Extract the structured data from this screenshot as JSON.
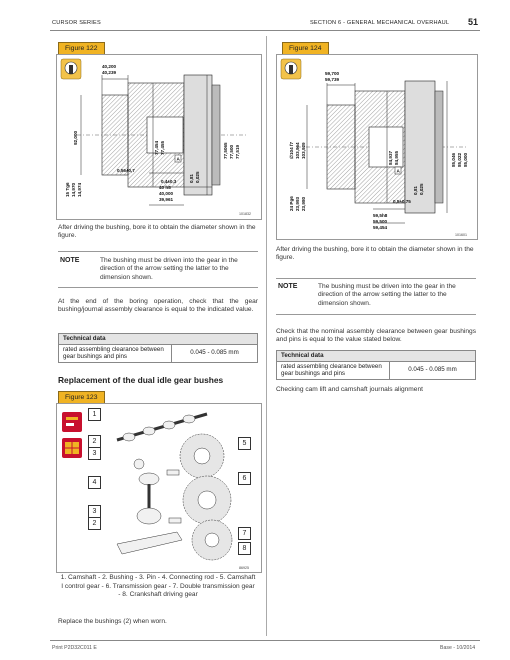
{
  "header": {
    "series": "CURSOR SERIES",
    "section": "SECTION 6 - GENERAL MECHANICAL OVERHAUL",
    "page": "51"
  },
  "footer": {
    "left": "Print P2D32C011 E",
    "right": "Base - 10/2014"
  },
  "fig122": {
    "label": "Figure 122",
    "dims": {
      "top1": "40,200",
      "top2": "40,239",
      "left": "92,000",
      "mid1": "77,454",
      "mid2": "77,455",
      "right1": "77,5065",
      "right2": "77,500",
      "right3": "77,519",
      "bot1": "15 Tg6",
      "bot2": "14,970",
      "bot3": "14,974",
      "c1": "0,56±0,7",
      "c2": "0,4±0,3",
      "c3": "0,81",
      "c4": "0,025",
      "h1": "40 h8",
      "h2": "40,000",
      "h3": "39,961",
      "secA": "A",
      "code": "101832"
    },
    "after": "After driving the bushing, bore it to obtain the diameter shown in the figure.",
    "note_key": "NOTE",
    "note": "The bushing must be driven into the gear in the direction of the arrow setting the latter to the dimension shown.",
    "check": "At the end of the boring operation, check that the gear bushing/journal assembly clearance is equal to the indicated value.",
    "table": {
      "header": "Technical data",
      "row_label": "rated assembling clearance between gear bushings and pins",
      "row_value": "0.045 - 0.085 mm"
    }
  },
  "section_title": "Replacement of the dual idle gear bushes",
  "fig123": {
    "label": "Figure 123",
    "tags": [
      "1",
      "2",
      "3",
      "4",
      "5",
      "6",
      "3",
      "2",
      "7",
      "8"
    ],
    "code": "86925",
    "caption": "1. Camshaft - 2. Bushing - 3. Pin - 4. Connecting rod - 5. Camshaft I control gear - 6. Transmission gear - 7. Double transmission gear - 8. Crankshaft driving gear",
    "replace": "Replace the bushings (2) when worn."
  },
  "fig124": {
    "label": "Figure 124",
    "dims": {
      "top1": "59,700",
      "top2": "59,739",
      "left1": "∅104 f7",
      "left2": "103,964",
      "left3": "103,929",
      "mid1": "84,937",
      "mid2": "84,955",
      "right1": "85,046",
      "right2": "85,022",
      "right3": "85,000",
      "bot1": "24 Pg6",
      "bot2": "23,993",
      "bot3": "23,980",
      "c1": "0,5±0,75",
      "c2": "0,81",
      "c3": "0,025",
      "h1": "59,5h8",
      "h2": "59,500",
      "h3": "59,454",
      "secA": "A",
      "code": "101601"
    },
    "after": "After driving the bushing, bore it to obtain the diameter shown in the figure.",
    "note_key": "NOTE",
    "note": "The bushing must be driven into the gear in the direction of the arrow setting the latter to the dimension shown.",
    "check": "Check that the nominal assembly clearance between gear bushings and pins is equal to the value stated below.",
    "table": {
      "header": "Technical data",
      "row_label": "rated assembling clearance between gear bushings and pins",
      "row_value": "0.045 - 0.085 mm"
    },
    "after_table": "Checking cam lift and camshaft journals alignment"
  },
  "colors": {
    "figure_label": "#f0b323",
    "icon_red": "#c8102e",
    "icon_yellow": "#f0b323"
  }
}
